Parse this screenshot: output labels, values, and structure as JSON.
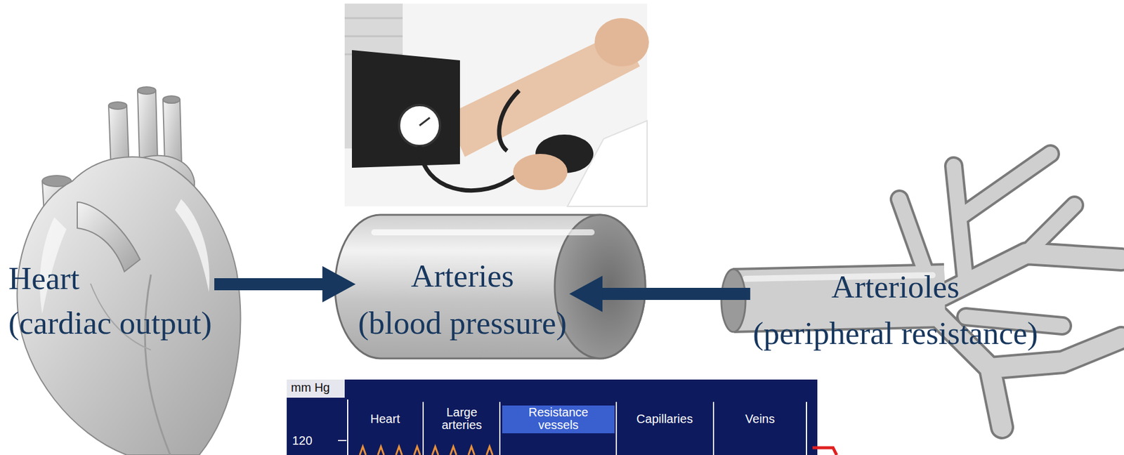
{
  "diagram": {
    "nodes": [
      {
        "text": [
          "Heart",
          "(cardiac output)"
        ]
      },
      {
        "text": [
          "Arteries",
          "(blood pressure)"
        ]
      },
      {
        "text": [
          "Arterioles",
          "(peripheral resistance)"
        ]
      }
    ],
    "edges": [
      {
        "from": 0,
        "to": 1,
        "arrow": "to"
      },
      {
        "from": 2,
        "to": 1,
        "arrow": "to"
      }
    ],
    "labels": [
      "mm Hg",
      "Heart",
      "Large arteries",
      "Resistance vessels",
      "Capillaries",
      "Veins",
      "120"
    ]
  }
}
